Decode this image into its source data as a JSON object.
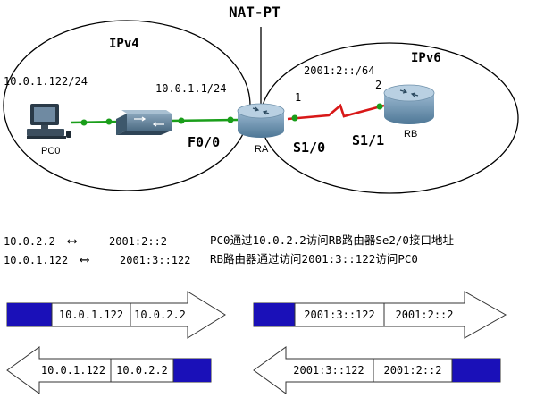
{
  "title": "NAT-PT",
  "zones": {
    "ipv4": "IPv4",
    "ipv6": "IPv6"
  },
  "addresses": {
    "pc0": "10.0.1.122/24",
    "ra_f0": "10.0.1.1/24",
    "ipv6_net": "2001:2::/64",
    "ipv6_left_host": "1",
    "ipv6_right_host": "2"
  },
  "interfaces": {
    "ra_f0": "F0/0",
    "ra_s1": "S1/0",
    "rb_s1": "S1/1"
  },
  "devices": {
    "pc": "PC0",
    "ra": "RA",
    "rb": "RB"
  },
  "mappings": [
    {
      "ipv4": "10.0.2.2",
      "arrow": "⟷",
      "ipv6": "2001:2::2",
      "note": "PC0通过10.0.2.2访问RB路由器Se2/0接口地址"
    },
    {
      "ipv4": "10.0.1.122",
      "arrow": "⟷",
      "ipv6": "2001:3::122",
      "note": "RB路由器通过访问2001:3::122访问PC0"
    }
  ],
  "packets": {
    "v4_out": {
      "src": "10.0.1.122",
      "dst": "10.0.2.2"
    },
    "v6_out": {
      "src": "2001:3::122",
      "dst": "2001:2::2"
    },
    "v4_in": {
      "src": "10.0.1.122",
      "dst": "10.0.2.2"
    },
    "v6_in": {
      "src": "2001:3::122",
      "dst": "2001:2::2"
    }
  },
  "colors": {
    "link": "#1a9e1a",
    "serial": "#d81818",
    "header": "#1a10b8",
    "router": "#5a86a8"
  }
}
